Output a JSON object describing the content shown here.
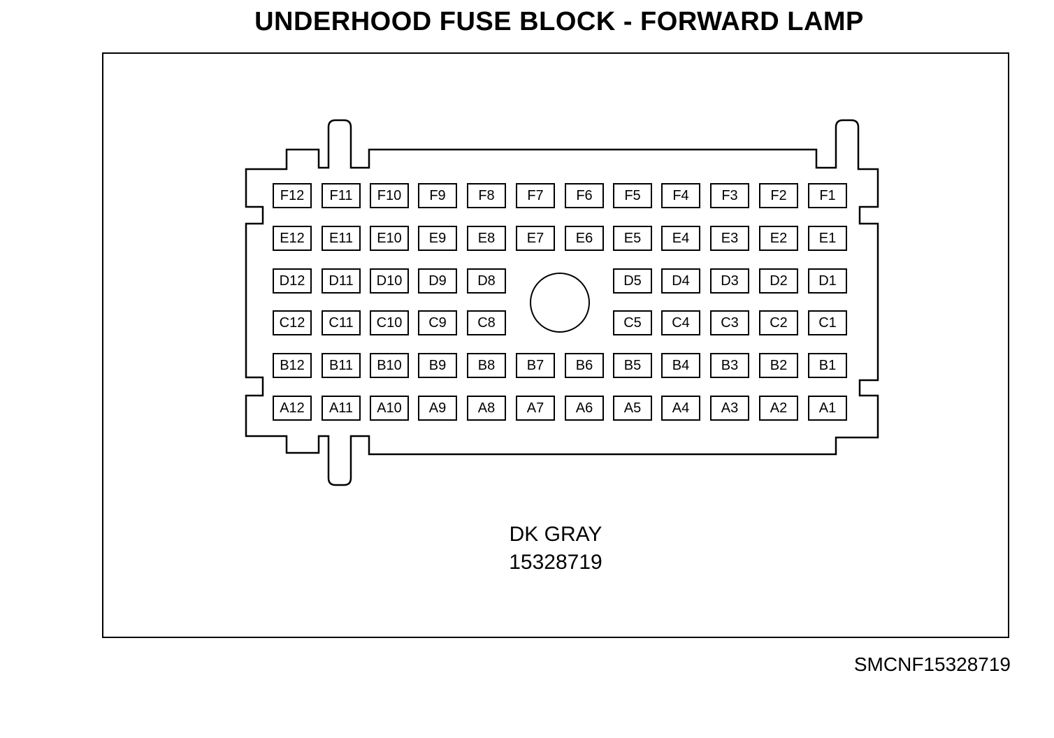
{
  "title": "UNDERHOOD FUSE BLOCK - FORWARD LAMP",
  "connector": {
    "color": "DK GRAY",
    "part_number": "15328719",
    "rows": [
      {
        "row": "F",
        "pins": [
          "F12",
          "F11",
          "F10",
          "F9",
          "F8",
          "F7",
          "F6",
          "F5",
          "F4",
          "F3",
          "F2",
          "F1"
        ]
      },
      {
        "row": "E",
        "pins": [
          "E12",
          "E11",
          "E10",
          "E9",
          "E8",
          "E7",
          "E6",
          "E5",
          "E4",
          "E3",
          "E2",
          "E1"
        ]
      },
      {
        "row": "D",
        "pins": [
          "D12",
          "D11",
          "D10",
          "D9",
          "D8",
          "",
          "",
          "D5",
          "D4",
          "D3",
          "D2",
          "D1"
        ]
      },
      {
        "row": "C",
        "pins": [
          "C12",
          "C11",
          "C10",
          "C9",
          "C8",
          "",
          "",
          "C5",
          "C4",
          "C3",
          "C2",
          "C1"
        ]
      },
      {
        "row": "B",
        "pins": [
          "B12",
          "B11",
          "B10",
          "B9",
          "B8",
          "B7",
          "B6",
          "B5",
          "B4",
          "B3",
          "B2",
          "B1"
        ]
      },
      {
        "row": "A",
        "pins": [
          "A12",
          "A11",
          "A10",
          "A9",
          "A8",
          "A7",
          "A6",
          "A5",
          "A4",
          "A3",
          "A2",
          "A1"
        ]
      }
    ]
  },
  "footer_code": "SMCNF15328719"
}
